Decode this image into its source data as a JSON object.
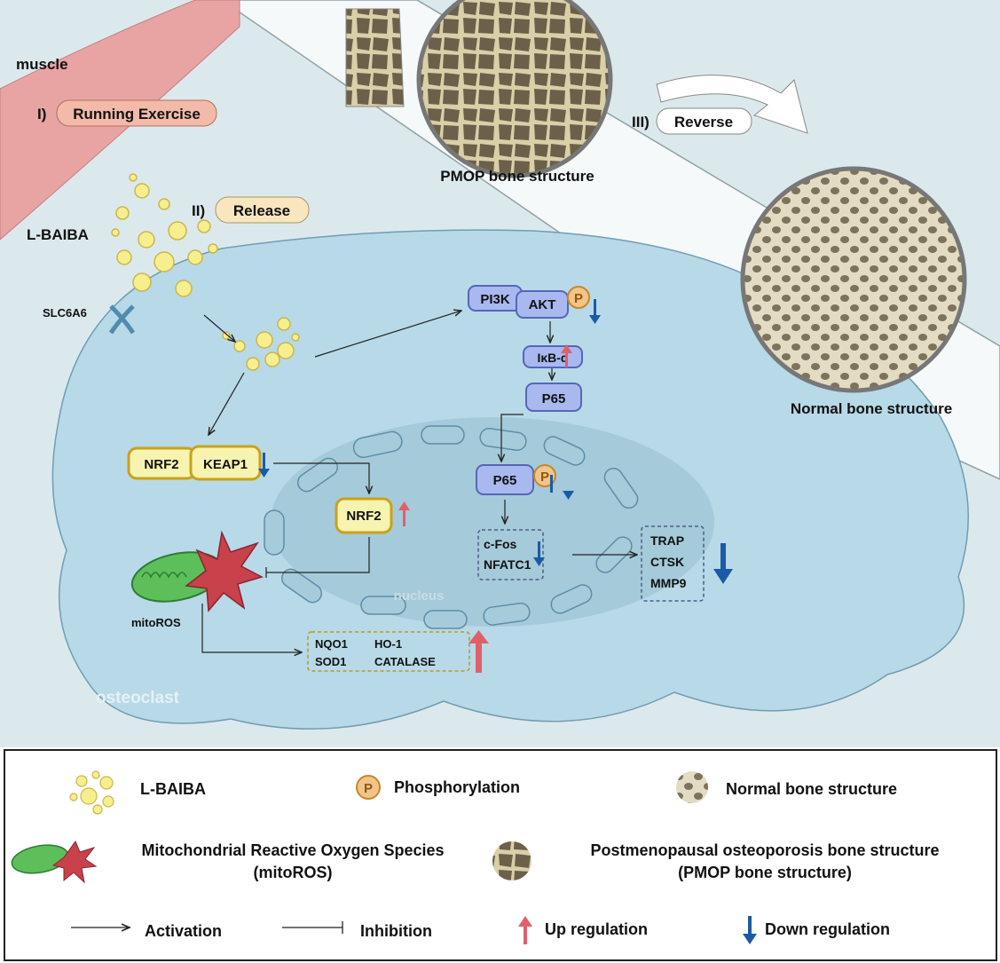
{
  "scene": {
    "muscle": "muscle",
    "step1_num": "I)",
    "step1": "Running Exercise",
    "step2_num": "II)",
    "step2": "Release",
    "step3_num": "III)",
    "step3": "Reverse",
    "lbaiba": "L-BAIBA",
    "pmop_label": "PMOP bone structure",
    "normal_label": "Normal bone structure",
    "transporter": "SLC6A6",
    "nucleus": "nucleus",
    "osteoclast": "osteoclast",
    "mitoros": "mitoROS"
  },
  "pathway": {
    "pi3k": "PI3K",
    "akt": "AKT",
    "p": "P",
    "ikb": "IκB-α",
    "p65": "P65",
    "p65p": "P65",
    "nrf2_keap_nrf2": "NRF2",
    "keap1": "KEAP1",
    "nrf2": "NRF2",
    "cfos": "c-Fos",
    "nfatc1": "NFATC1",
    "trap": "TRAP",
    "ctsk": "CTSK",
    "mmp9": "MMP9",
    "nqo1": "NQO1",
    "ho1": "HO-1",
    "sod1": "SOD1",
    "catalase": "CATALASE"
  },
  "legend": {
    "lbaiba": "L-BAIBA",
    "phos": "Phosphorylation",
    "normal": "Normal bone structure",
    "mito1": "Mitochondrial Reactive Oxygen Species",
    "mito2": "(mitoROS)",
    "pmop1": "Postmenopausal osteoporosis bone structure",
    "pmop2": "(PMOP bone structure)",
    "activation": "Activation",
    "inhibition": "Inhibition",
    "up": "Up regulation",
    "down": "Down regulation"
  },
  "colors": {
    "background": "#dce9ec",
    "cell": "#b8d9e7",
    "nucleus": "#9fc4d4",
    "protein_blue": "#a9b8ef",
    "nrf2_yellow": "#f7f3b0",
    "up_arrow": "#e0606a",
    "down_arrow": "#1b5aa6"
  }
}
